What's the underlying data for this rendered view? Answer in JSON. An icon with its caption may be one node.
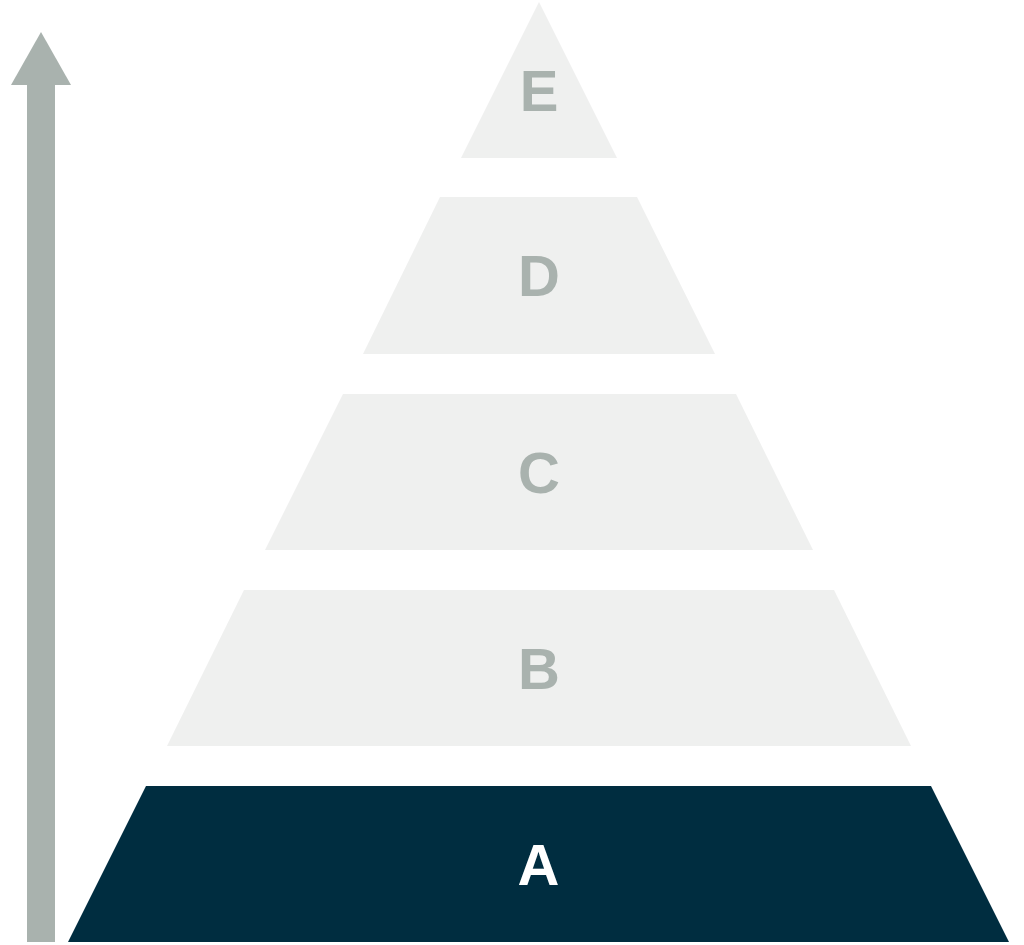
{
  "diagram": {
    "nodes": [
      {
        "text": [
          "E"
        ]
      },
      {
        "text": [
          "D"
        ]
      },
      {
        "text": [
          "C"
        ]
      },
      {
        "text": [
          "B"
        ]
      },
      {
        "text": [
          "A"
        ]
      }
    ]
  }
}
